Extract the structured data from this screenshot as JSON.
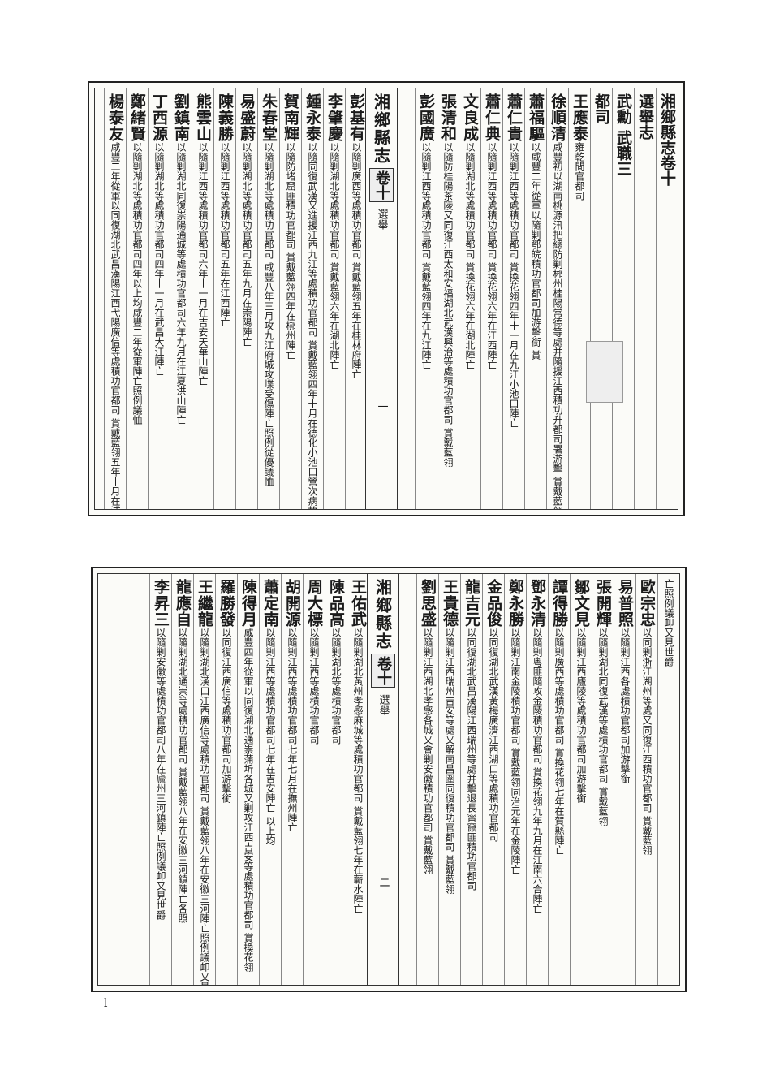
{
  "upper_page": {
    "book_title": "湘鄉縣志",
    "volume_label": "卷十",
    "section_label": "選舉",
    "page_number": "一",
    "columns_right": [
      {
        "type": "header",
        "text": "湘鄉縣志卷十"
      },
      {
        "type": "header",
        "text": "選舉志"
      },
      {
        "type": "header",
        "text": "武勳 武職三"
      },
      {
        "type": "text",
        "text": "都司"
      },
      {
        "type": "entry",
        "name": "王應泰",
        "note": "雍乾間官都司"
      },
      {
        "type": "entry",
        "name": "徐順清",
        "note": "咸豐初以湖南桃源汛把總防剿郴州桂陽常德等處并隨援江西積功升都司署游擊 賞戴藍翎"
      },
      {
        "type": "entry",
        "name": "蕭福驅",
        "note": "以咸豐二年從軍以隨剿鄂皖積功官都司加游擊銜 賞"
      },
      {
        "type": "entry",
        "name": "蕭仁貴",
        "note": "以隨剿江西等處積功官都司 賞換花翎四年十一月在九江小池口陣亡"
      },
      {
        "type": "entry",
        "name": "蕭仁典",
        "note": "以隨剿江西等處積功官都司 賞換花翎六年在江西陣亡"
      },
      {
        "type": "entry",
        "name": "文良成",
        "note": "以隨剿湖北等處積功官都司 賞換花翎六年在湖北陣亡"
      },
      {
        "type": "entry",
        "name": "張清和",
        "note": "以隨防桂陽茶陵又同復江西太和安福湖北武漢興治等處積功官都司 賞戴藍翎"
      },
      {
        "type": "entry",
        "name": "彭國廣",
        "note": "以隨剿江西等處積功官都司 賞戴藍翎四年在九江陣亡"
      }
    ],
    "columns_left": [
      {
        "type": "entry",
        "name": "彭基有",
        "note": "以隨剿廣西等處積功官都司 賞戴藍翎五年在桂林府陣亡"
      },
      {
        "type": "entry",
        "name": "李肇慶",
        "note": "以隨剿湖北等處積功官都司 賞戴藍翎六年在湖北陣亡"
      },
      {
        "type": "entry",
        "name": "鍾永泰",
        "note": "以隨同復武漢又進援江西九江等處積功官都司 賞戴藍翎四年十月在德化小池口營次病故"
      },
      {
        "type": "entry",
        "name": "賀南輝",
        "note": "以隨防堵窟匪積功官都司 賞戴藍翎四年在梆州陣亡"
      },
      {
        "type": "entry",
        "name": "朱春堂",
        "note": "以隨剿湖北等處積功官都司 咸豐八年三月攻九江府城攻堞受傷陣亡照例從優議恤"
      },
      {
        "type": "entry",
        "name": "易盛蔚",
        "note": "以隨剿湖北等處積功官都司五年九月在崇陽陣亡"
      },
      {
        "type": "entry",
        "name": "陳義勝",
        "note": "以隨剿江西等處積功官都司五年在江西陣亡"
      },
      {
        "type": "entry",
        "name": "熊雲山",
        "note": "以隨剿江西等處積功官都司六年十一月在吉安天華山陣亡"
      },
      {
        "type": "entry",
        "name": "劉鎮南",
        "note": "以隨剿湖北同復崇陽通城等處積功官都司六年九月在江夏洪山陣亡"
      },
      {
        "type": "entry",
        "name": "丁西源",
        "note": "以隨剿湖北等處積功官都司四年十一月在武昌大江陣亡"
      },
      {
        "type": "entry",
        "name": "鄭緒賢",
        "note": "以隨剿湖北等處積功官都司四年以上均咸豐二年從軍陣亡照例議恤"
      },
      {
        "type": "entry",
        "name": "楊泰友",
        "note": "咸豐二年從軍以同復湖北武昌漢陽江西弋陽廣信等處積功官都司 賞戴藍翎五年十月在浦圻首先登壘陣"
      }
    ]
  },
  "lower_page": {
    "book_title": "湘鄉縣志",
    "volume_label": "卷十",
    "section_label": "選舉",
    "page_number": "二",
    "columns_right": [
      {
        "type": "text",
        "text": "亡照例議卹又見世爵"
      },
      {
        "type": "entry",
        "name": "歐宗忠",
        "note": "以同剿浙江湖州等處又同復江西積功官都司 賞戴藍翎"
      },
      {
        "type": "entry",
        "name": "易普照",
        "note": "以隨剿江西各處積功官都司加游擊銜"
      },
      {
        "type": "entry",
        "name": "張開輝",
        "note": "以隨剿湖北同復武漢等處積功官都司 賞戴藍翎"
      },
      {
        "type": "entry",
        "name": "鄒文見",
        "note": "以隨剿江西廬陵等處積功官都司加游擊銜"
      },
      {
        "type": "entry",
        "name": "譚得勝",
        "note": "以隨剿廣西等處積功官都司 賞換花翎七年在賀縣陣亡"
      },
      {
        "type": "entry",
        "name": "鄧永清",
        "note": "以隨剿粵匪隨攻金陵積功官都司 賞換花翎九年九月在江南六合陣亡"
      },
      {
        "type": "entry",
        "name": "鄭永勝",
        "note": "以隨剿江南金陵積功官都司 賞戴藍翎同治元年在金陵陣亡"
      },
      {
        "type": "entry",
        "name": "金品俊",
        "note": "以同復湖北武漢黃梅廣濟江西湖口等處積功官都司"
      },
      {
        "type": "entry",
        "name": "龍吉元",
        "note": "以同復湖北武昌漢陽江西瑞州等處并擊退長甯竄匪積功官都司"
      },
      {
        "type": "entry",
        "name": "王貴德",
        "note": "以隨剿江西瑞州吉安等處又解南昌圍同復積功官都司 賞戴藍翎"
      },
      {
        "type": "entry",
        "name": "劉思盛",
        "note": "以隨剿江西湖北孝感各城又會剿安徽積功官都司 賞戴藍翎"
      }
    ],
    "columns_left": [
      {
        "type": "entry",
        "name": "王佑武",
        "note": "以隨剿湖北黃州孝感麻城等處積功官都司 賞戴藍翎七年在蘄水陣亡"
      },
      {
        "type": "entry",
        "name": "陳品高",
        "note": "以隨剿湖北等處積功官都司"
      },
      {
        "type": "entry",
        "name": "周大標",
        "note": "以隨剿江西等處積功官都司"
      },
      {
        "type": "entry",
        "name": "胡開源",
        "note": "以隨剿江西等處積功官都司七年七月在撫州陣亡"
      },
      {
        "type": "entry",
        "name": "蕭定南",
        "note": "以隨剿江西等處積功官都司七年在吉安陣亡 以上均"
      },
      {
        "type": "entry",
        "name": "陳得月",
        "note": "咸豐四年從軍以同復湖北通崇蒲圻各城又剿攻江西吉安等處積功官都司 賞換花翎"
      },
      {
        "type": "entry",
        "name": "羅勝發",
        "note": "以同復江西廣信等處積功官都司加游擊銜"
      },
      {
        "type": "entry",
        "name": "王繼龍",
        "note": "以隨剿湖北漢口江西廣信等處積功官都司 賞戴藍翎八年在安徽三河陣亡照例議卹又見世爵"
      },
      {
        "type": "entry",
        "name": "龍應自",
        "note": "以隨剿湖北通崇等處積功官都司 賞戴藍翎八年在安徽三河鎮陣亡各照"
      },
      {
        "type": "entry",
        "name": "李昇三",
        "note": "以隨剿安徽等處積功官都司八年在廬州三河鎮陣亡照例議卹又見世爵"
      }
    ]
  },
  "footer": {
    "margin_mark": "l"
  }
}
